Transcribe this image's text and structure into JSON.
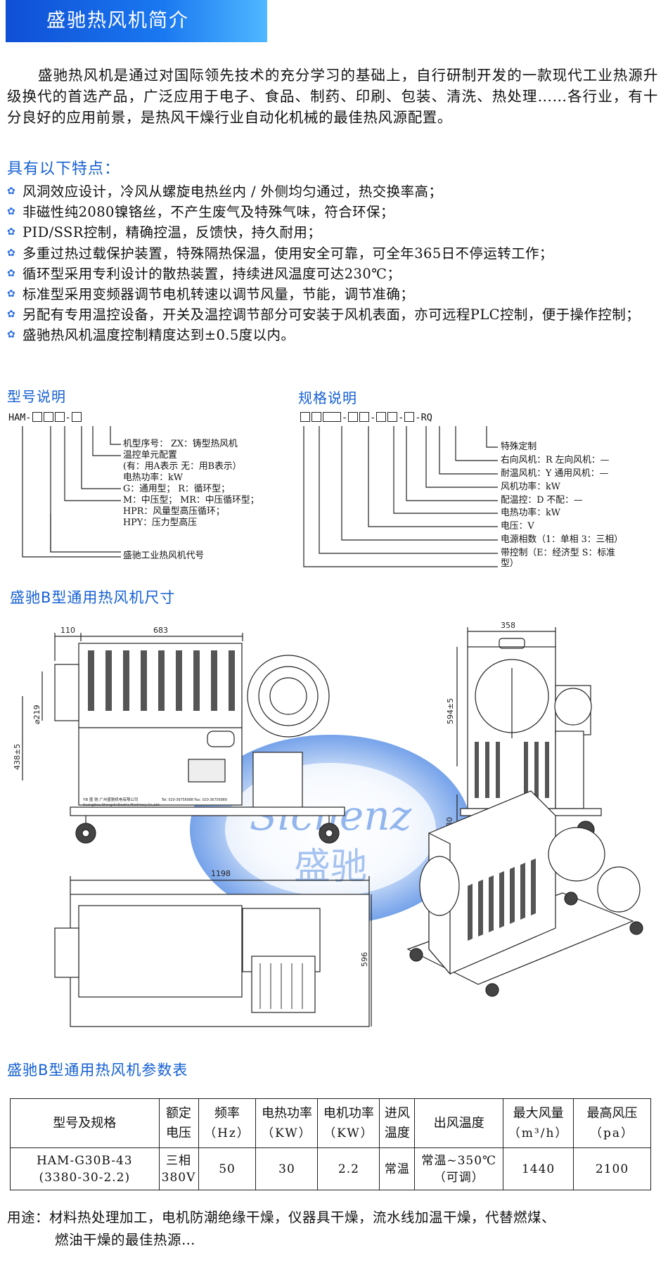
{
  "title": "盛驰热风机简介",
  "intro": "盛驰热风机是通过对国际领先技术的充分学习的基础上，自行研制开发的一款现代工业热源升级换代的首选产品，广泛应用于电子、食品、制药、印刷、包装、清洗、热处理……各行业，有十分良好的应用前景，是热风干燥行业自动化机械的最佳热风源配置。",
  "features_title": "具有以下特点：",
  "features": [
    "风洞效应设计，冷风从螺旋电热丝内 / 外侧均匀通过，热交换率高；",
    "非磁性纯2080镍铬丝，不产生废气及特殊气味，符合环保；",
    "PID/SSR控制，精确控温，反馈快，持久耐用；",
    "多重过热过载保护装置，特殊隔热保温，使用安全可靠，可全年365日不停运转工作；",
    "循环型采用专利设计的散热装置，持续进风温度可达230℃；",
    "标准型采用变频器调节电机转速以调节风量，节能，调节准确；",
    "另配有专用温控设备，开关及温控调节部分可安装于风机表面，亦可远程PLC控制，便于操作控制；",
    "盛驰热风机温度控制精度达到±0.5度以内。"
  ],
  "model": {
    "title": "型号说明",
    "prefix": "HAM-",
    "labels": [
      "机型序号：  ZX：铸型热风机",
      "温控单元配置",
      "(有：用A表示   无：用B表示）",
      "电热功率：kW",
      "G：通用型；      R：循环型；",
      "M：中压型；     MR：中压循环型；",
      "HPR：风量型高压循环；",
      "HPY：压力型高压",
      "盛驰工业热风机代号"
    ]
  },
  "spec": {
    "title": "规格说明",
    "suffix": "RQ",
    "labels": [
      "特殊定制",
      "右向风机：R   左向风机：—",
      "耐温风机：Y   通用风机：—",
      "风机功率：kW",
      "配温控：D      不配：—",
      "电热功率：kW",
      "电压：V",
      "电源相数（1：单相   3：三相）",
      "带控制（E：经济型   S：标准",
      "型）"
    ]
  },
  "dimensions": {
    "title": "盛驰B型通用热风机尺寸",
    "labels": [
      "110",
      "683",
      "⌀219",
      "438±5",
      "358",
      "594±5",
      "30",
      "130",
      "1198",
      "596"
    ],
    "watermark": "Sicnenz",
    "watermark_cn": "盛驰",
    "nameplate_line1": "YB  盛  驰  广州盛驰机电有限公司",
    "nameplate_line2": "Guangzhou Shengchi Electric Machinery Co.,Ltd.",
    "nameplate_right": "Tel: 020-36756988  Fax: 020-36756989"
  },
  "params": {
    "title": "盛驰B型通用热风机参数表",
    "headers": [
      {
        "main": "型号及规格",
        "sub": ""
      },
      {
        "main": "额定",
        "sub": "电压"
      },
      {
        "main": "频率",
        "sub": "（Hz）"
      },
      {
        "main": "电热功率",
        "sub": "（KW）"
      },
      {
        "main": "电机功率",
        "sub": "（KW）"
      },
      {
        "main": "进风",
        "sub": "温度"
      },
      {
        "main": "出风温度",
        "sub": ""
      },
      {
        "main": "最大风量",
        "sub": "（m³/h）"
      },
      {
        "main": "最高风压",
        "sub": "（pa）"
      }
    ],
    "row": {
      "model": "HAM-G30B-43",
      "model_sub": "(3380-30-2.2)",
      "voltage": "三相",
      "voltage_sub": "380V",
      "freq": "50",
      "heat_power": "30",
      "motor_power": "2.2",
      "inlet_temp": "常温",
      "outlet_temp": "常温~350℃",
      "outlet_sub": "（可调）",
      "max_flow": "1440",
      "max_pressure": "2100"
    }
  },
  "usage": {
    "line1": "用途：材料热处理加工，电机防潮绝缘干燥，仪器具干燥，流水线加温干燥，代替燃煤、",
    "line2": "燃油干燥的最佳热源…"
  },
  "colors": {
    "accent": "#1560d4",
    "title_bar": "#1a78f0",
    "watermark": "#3a7fe0"
  }
}
